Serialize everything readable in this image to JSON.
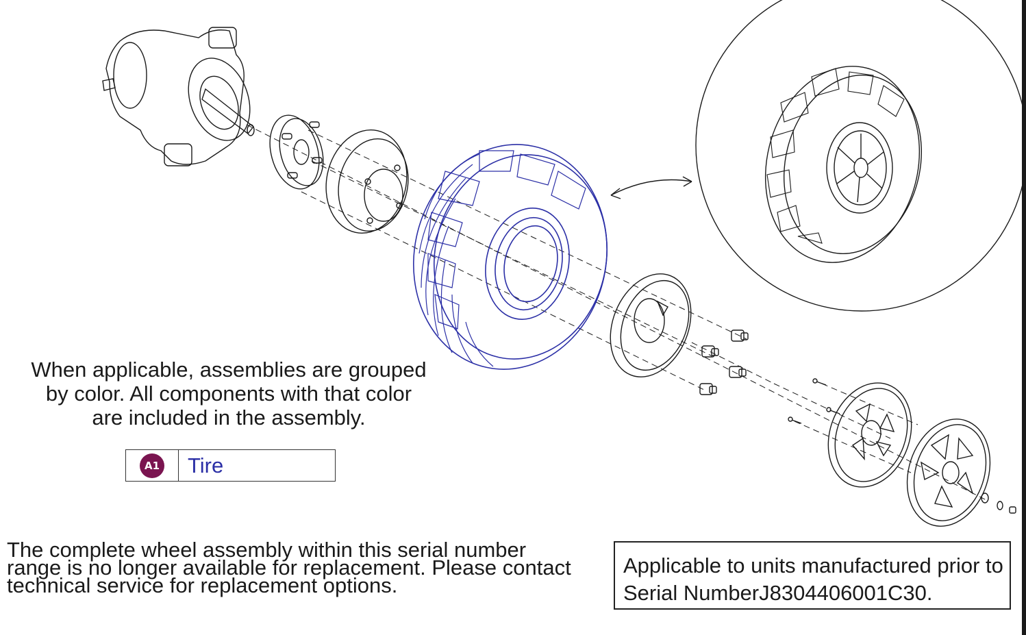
{
  "legend": {
    "badge": "A1",
    "badge_color": "#7a1450",
    "label": "Tire",
    "label_color": "#2b2fa6"
  },
  "notes": {
    "color_grouping": [
      "When applicable, assemblies are grouped",
      "by color. All components with that color",
      "are included in the assembly."
    ],
    "serial_range": [
      "The complete wheel assembly within this serial number",
      "range is no longer available for replacement. Please contact",
      "technical service for replacement options."
    ],
    "applicable": [
      "Applicable to units manufactured prior to",
      "Serial NumberJ8304406001C30."
    ]
  },
  "diagram": {
    "components": [
      "motor-icon",
      "hub-icon",
      "inner-rim-icon",
      "tire-icon",
      "outer-rim-icon",
      "lug-nut-icon",
      "screw-icon",
      "hub-cover-icon",
      "wheel-cap-icon",
      "washer-icon",
      "wheel-detail-icon"
    ],
    "highlight_color": "#2b2fa6",
    "line_color": "#1a1a1a"
  }
}
